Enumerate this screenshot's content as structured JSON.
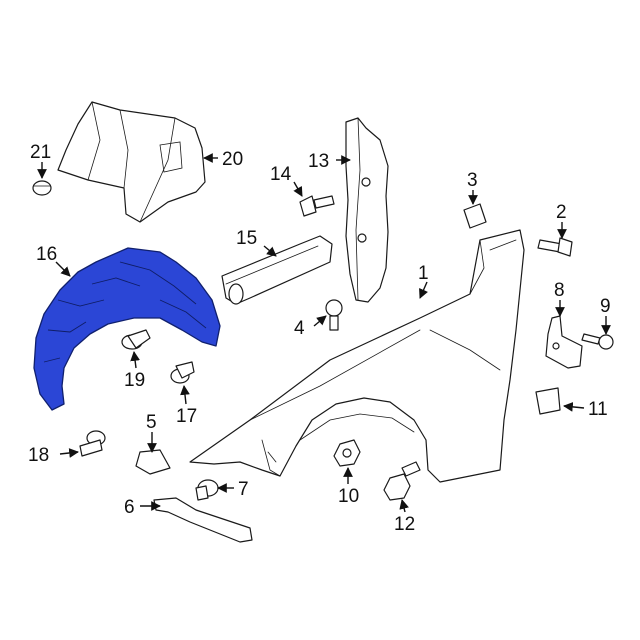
{
  "diagram": {
    "highlight_color": "#2b46d6",
    "callouts": {
      "c1": "1",
      "c2": "2",
      "c3": "3",
      "c4": "4",
      "c5": "5",
      "c6": "6",
      "c7": "7",
      "c8": "8",
      "c9": "9",
      "c10": "10",
      "c11": "11",
      "c12": "12",
      "c13": "13",
      "c14": "14",
      "c15": "15",
      "c16": "16",
      "c17": "17",
      "c18": "18",
      "c19": "19",
      "c20": "20",
      "c21": "21"
    }
  }
}
